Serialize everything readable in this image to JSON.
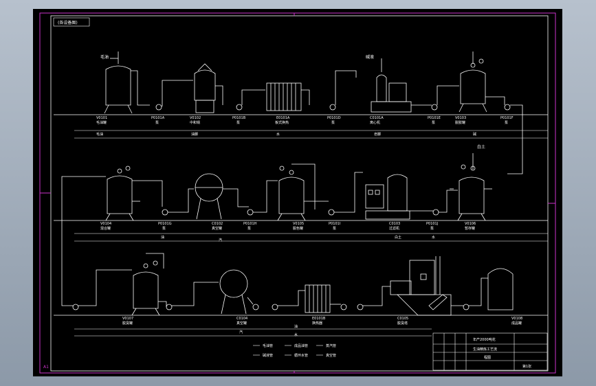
{
  "drawing": {
    "corner_tag": "(各设备图)",
    "corner_mark": "A1",
    "colors": {
      "background": "#000000",
      "line": "#ffffff",
      "frame": "#cc33cc",
      "equipment_label": "#ffffff"
    }
  },
  "row1": {
    "annotations": [
      "毛油",
      "碱液"
    ],
    "equipment": [
      {
        "tag": "V0101",
        "name": "毛油罐"
      },
      {
        "tag": "P0101A",
        "name": "泵"
      },
      {
        "tag": "V0102",
        "name": "中和锅"
      },
      {
        "tag": "P0101B",
        "name": "泵"
      },
      {
        "tag": "E0101A",
        "name": "板式换热"
      },
      {
        "tag": "P0101D",
        "name": "泵"
      },
      {
        "tag": "C0101A",
        "name": "离心机"
      },
      {
        "tag": "P0101E",
        "name": "泵"
      },
      {
        "tag": "V0103",
        "name": "脱胶罐"
      },
      {
        "tag": "P0101F",
        "name": "泵"
      }
    ],
    "streams": [
      "毛油",
      "油脚",
      "皂脚",
      "水",
      "碱"
    ]
  },
  "row2": {
    "annotations": [
      "白土"
    ],
    "equipment": [
      {
        "tag": "V0104",
        "name": "混合罐"
      },
      {
        "tag": "P0101G",
        "name": "泵"
      },
      {
        "tag": "C0102",
        "name": "真空罐"
      },
      {
        "tag": "P0101H",
        "name": "泵"
      },
      {
        "tag": "V0105",
        "name": "脱色罐"
      },
      {
        "tag": "P0101I",
        "name": "泵"
      },
      {
        "tag": "C0103",
        "name": "过滤机"
      },
      {
        "tag": "P0101J",
        "name": "泵"
      },
      {
        "tag": "V0106",
        "name": "暂存罐"
      }
    ],
    "streams": [
      "油",
      "汽",
      "白土",
      "水"
    ]
  },
  "row3": {
    "equipment": [
      {
        "tag": "V0107",
        "name": "脱臭罐"
      },
      {
        "tag": "C0104",
        "name": "真空罐"
      },
      {
        "tag": "E0101B",
        "name": "换热器"
      },
      {
        "tag": "C0105",
        "name": "脱臭塔"
      },
      {
        "tag": "V0108",
        "name": "成品罐"
      }
    ],
    "streams": [
      "汽",
      "油",
      "水"
    ]
  },
  "legend": {
    "items": [
      "毛油管",
      "成品油管",
      "蒸汽管",
      "碱液管",
      "循环水管",
      "真空管"
    ]
  },
  "title_block": {
    "title_line1": "年产2000吨花",
    "title_line2": "生油精炼工艺流",
    "title_line3": "程图",
    "sheet": "第1张"
  }
}
